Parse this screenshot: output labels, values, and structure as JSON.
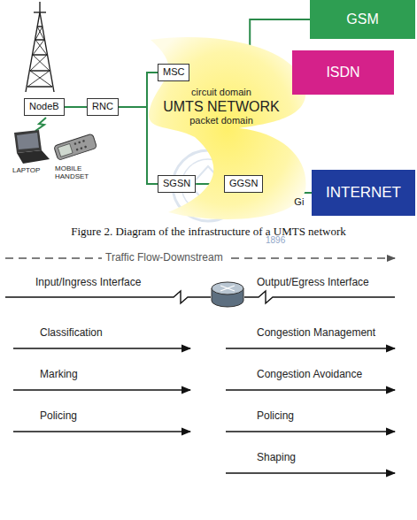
{
  "diagram": {
    "caption": "Figure 2. Diagram of the infrastructure of a UMTS network",
    "nodes": [
      {
        "text": [
          "circuit domain",
          "UMTS NETWORK",
          "packet domain"
        ]
      },
      {
        "text": [
          "NodeB"
        ]
      },
      {
        "text": [
          "RNC"
        ]
      },
      {
        "text": [
          "MSC"
        ]
      },
      {
        "text": [
          "SGSN"
        ]
      },
      {
        "text": [
          "GGSN"
        ]
      },
      {
        "text": [
          "GSM"
        ]
      },
      {
        "text": [
          "ISDN"
        ]
      },
      {
        "text": [
          "INTERNET"
        ]
      }
    ],
    "edges": [
      {
        "from": 1,
        "to": 2,
        "arrow": "none"
      },
      {
        "from": 2,
        "to": 3,
        "arrow": "none"
      },
      {
        "from": 2,
        "to": 4,
        "arrow": "none"
      },
      {
        "from": 4,
        "to": 5,
        "arrow": "none"
      },
      {
        "from": 3,
        "to": 6,
        "arrow": "none"
      },
      {
        "from": 3,
        "to": 7,
        "arrow": "none"
      },
      {
        "from": 5,
        "to": 8,
        "label": "Gi",
        "arrow": "none"
      }
    ],
    "labels": [
      "LAPTOP",
      "MOBILE HANDSET",
      "1896",
      "Traffic Flow-Downstream",
      "Input/Ingress Interface",
      "Output/Egress Interface",
      "Classification",
      "Congestion Management",
      "Marking",
      "Congestion Avoidance",
      "Policing",
      "Policing",
      "Shaping"
    ]
  }
}
